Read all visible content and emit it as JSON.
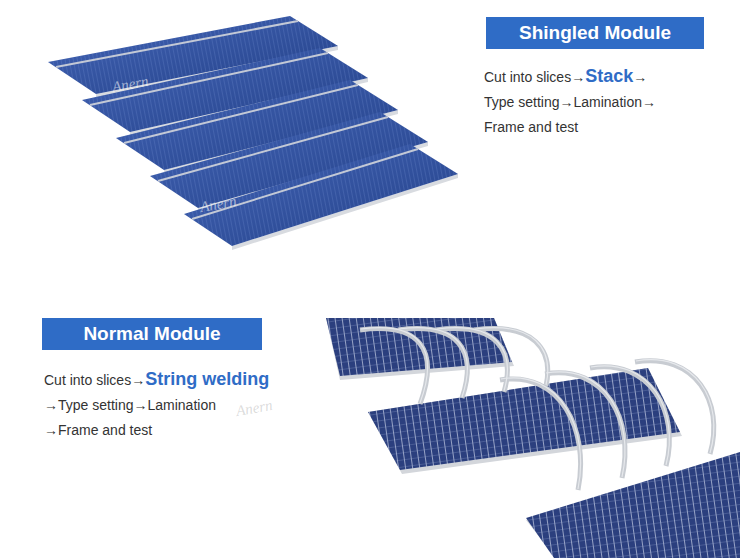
{
  "diagram": {
    "nodes": [
      {
        "text": [
          "Shingled Module"
        ]
      },
      {
        "text": [
          "Normal Module"
        ]
      }
    ],
    "labels": [
      "Cut into slices→",
      "Stack",
      "→",
      "Type setting→Lamination→",
      "Frame and test",
      "Cut into slices→",
      "String welding",
      "→Type setting→Lamination",
      "→Frame and test",
      "Anern",
      "Anern",
      "Anern"
    ]
  }
}
